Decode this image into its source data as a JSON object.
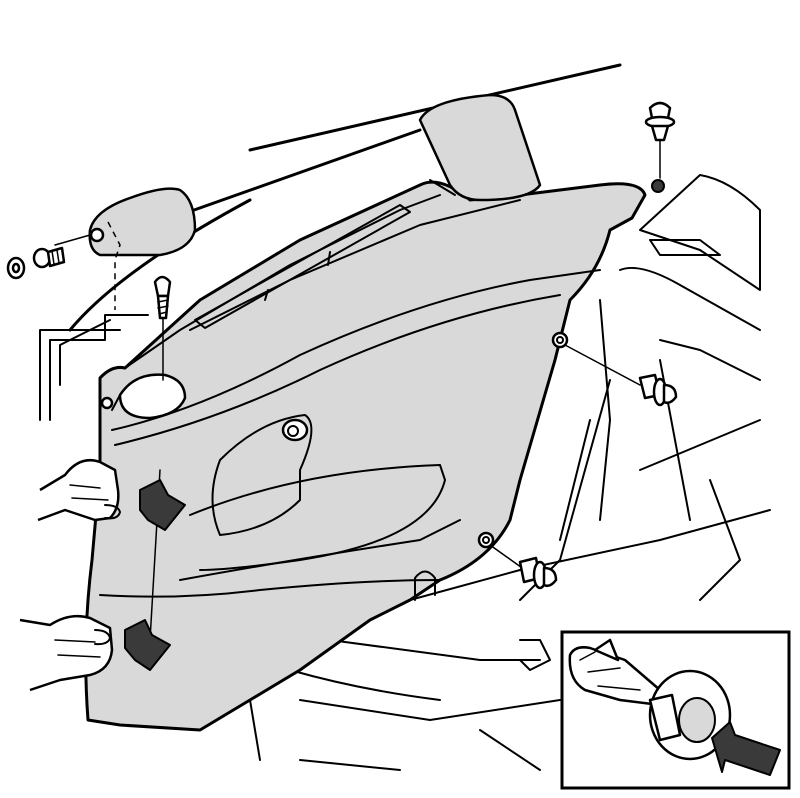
{
  "diagram": {
    "colors": {
      "line": "#000000",
      "panel_fill": "#d9d9d9",
      "background": "#ffffff",
      "arrow_fill": "#3a3a3a"
    },
    "parts": [
      {
        "name": "rear-side-trim-panel"
      },
      {
        "name": "cover-cap-upper"
      },
      {
        "name": "cover-cap-left"
      },
      {
        "name": "screw"
      },
      {
        "name": "push-clip"
      },
      {
        "name": "detail-inset-clip"
      }
    ],
    "arrows": [
      {
        "name": "pull-arrow-upper",
        "direction": "outward"
      },
      {
        "name": "pull-arrow-lower",
        "direction": "outward"
      },
      {
        "name": "press-arrow-inset",
        "direction": "inward"
      }
    ]
  }
}
